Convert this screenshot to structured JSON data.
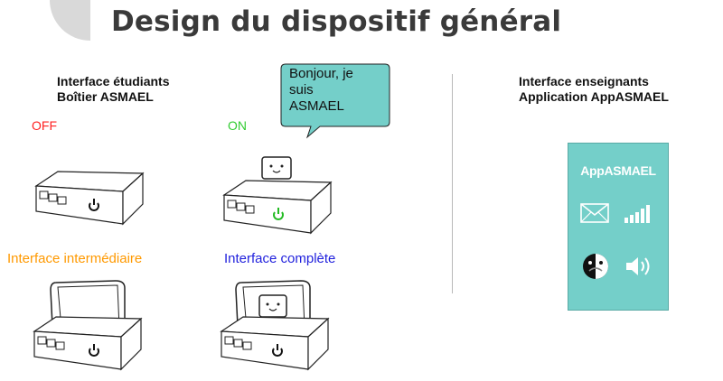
{
  "slide": {
    "title": "Design du dispositif général"
  },
  "students": {
    "heading_line1": "Interface étudiants",
    "heading_line2": "Boîtier ASMAEL",
    "off_label": "OFF",
    "on_label": "ON",
    "speech_bubble": [
      "Bonjour, je",
      "suis",
      "ASMAEL"
    ],
    "intermediate_label": "Interface intermédiaire",
    "complete_label": "Interface complète"
  },
  "teachers": {
    "heading_line1": "Interface enseignants",
    "heading_line2": "Application AppASMAEL",
    "app_title": "AppASMAEL"
  },
  "colors": {
    "off": "#ff2222",
    "on": "#33cc33",
    "intermediate": "#ff9900",
    "complete": "#2222dd",
    "teal": "#74cfc9"
  },
  "icons": [
    "mail-icon",
    "signal-bars-icon",
    "face-icon",
    "speaker-icon",
    "power-icon",
    "robot-face-icon",
    "tablet-icon"
  ]
}
